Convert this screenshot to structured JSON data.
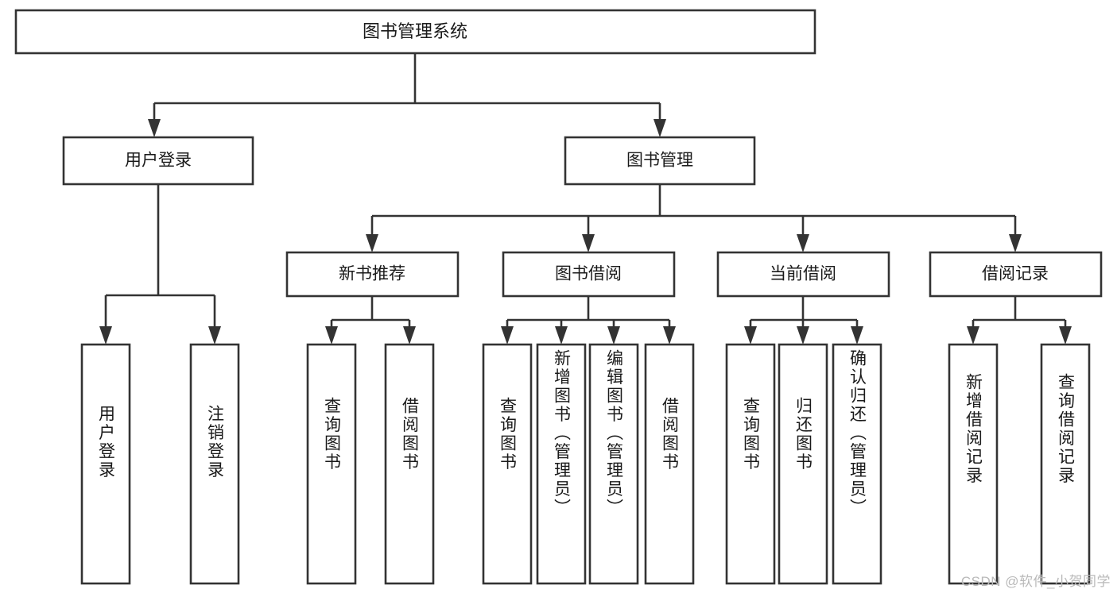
{
  "diagram": {
    "title": "图书管理系统",
    "type": "tree-hierarchy-chart",
    "root": {
      "id": "root",
      "label": "图书管理系统"
    },
    "level2": [
      {
        "id": "user-login",
        "label": "用户登录"
      },
      {
        "id": "book-manage",
        "label": "图书管理"
      }
    ],
    "level3": [
      {
        "id": "new-book-rec",
        "label": "新书推荐",
        "parent": "book-manage"
      },
      {
        "id": "book-borrow",
        "label": "图书借阅",
        "parent": "book-manage"
      },
      {
        "id": "current-borrow",
        "label": "当前借阅",
        "parent": "book-manage"
      },
      {
        "id": "borrow-record",
        "label": "借阅记录",
        "parent": "book-manage"
      }
    ],
    "leaves": [
      {
        "id": "leaf-user-login",
        "label": "用户登录",
        "parent": "user-login"
      },
      {
        "id": "leaf-logout",
        "label": "注销登录",
        "parent": "user-login"
      },
      {
        "id": "leaf-query-book-1",
        "label": "查询图书",
        "parent": "new-book-rec"
      },
      {
        "id": "leaf-borrow-book-1",
        "label": "借阅图书",
        "parent": "new-book-rec"
      },
      {
        "id": "leaf-query-book-2",
        "label": "查询图书",
        "parent": "book-borrow"
      },
      {
        "id": "leaf-add-book",
        "label": "新增图书（管理员）",
        "parent": "book-borrow"
      },
      {
        "id": "leaf-edit-book",
        "label": "编辑图书（管理员）",
        "parent": "book-borrow"
      },
      {
        "id": "leaf-borrow-book-2",
        "label": "借阅图书",
        "parent": "book-borrow"
      },
      {
        "id": "leaf-query-book-3",
        "label": "查询图书",
        "parent": "current-borrow"
      },
      {
        "id": "leaf-return-book",
        "label": "归还图书",
        "parent": "current-borrow"
      },
      {
        "id": "leaf-confirm-return",
        "label": "确认归还（管理员）",
        "parent": "current-borrow"
      },
      {
        "id": "leaf-add-record",
        "label": "新增借阅记录",
        "parent": "borrow-record"
      },
      {
        "id": "leaf-query-record",
        "label": "查询借阅记录",
        "parent": "borrow-record"
      }
    ],
    "colors": {
      "stroke": "#333333",
      "fill": "#ffffff",
      "text": "#1a1a1a",
      "watermark": "#b9b9b9",
      "background": "#ffffff"
    }
  },
  "watermark": {
    "text": "CSDN @软件_小贺同学"
  }
}
